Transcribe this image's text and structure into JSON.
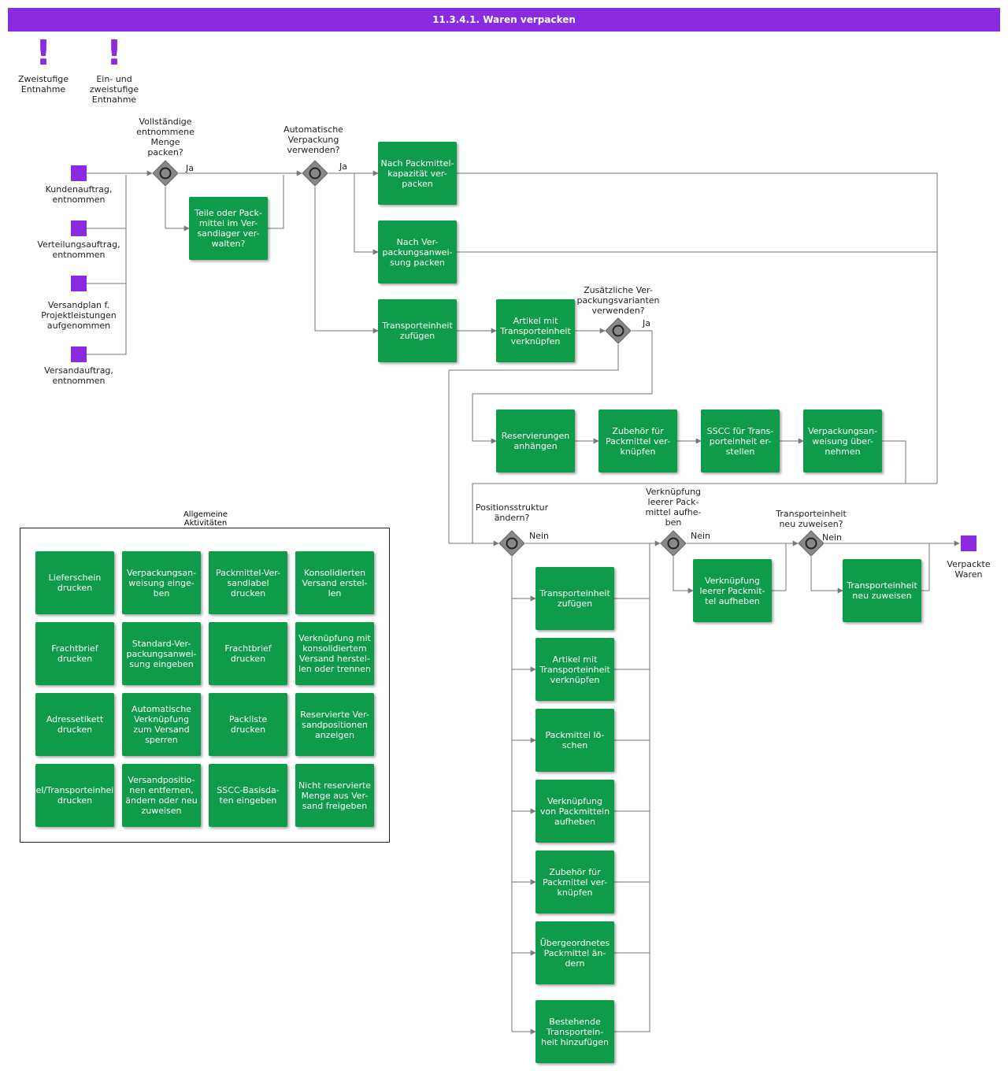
{
  "header": {
    "title": "11.3.4.1. Waren verpacken"
  },
  "colors": {
    "header": "#8a2be2",
    "task": "#0e9b4a",
    "event": "#8a2be2",
    "gateway": "#888888",
    "line": "#777777"
  },
  "notes": [
    {
      "label": "Zweistufige\nEntnahme"
    },
    {
      "label": "Ein- und\nzweistufige\nEntnahme"
    }
  ],
  "start_events": [
    {
      "label": "Kundenauftrag,\nentnommen"
    },
    {
      "label": "Verteilungsauftrag,\nentnommen"
    },
    {
      "label": "Versandplan f.\nProjektleistungen\naufgenommen"
    },
    {
      "label": "Versandauftrag,\nentnommen"
    }
  ],
  "end_event": {
    "label": "Verpackte\nWaren"
  },
  "gateways": [
    {
      "question": "Vollständige\nentnommene\nMenge\npacken?",
      "flow_label": "Ja"
    },
    {
      "question": "Automatische\nVerpackung\nverwenden?",
      "flow_label": "Ja"
    },
    {
      "question": "Zusätzliche Ver-\npackungsvarianten\nverwenden?",
      "flow_label": "Ja"
    },
    {
      "question": "Positionsstruktur\nändern?",
      "flow_label": "Nein"
    },
    {
      "question": "Verknüpfung\nleerer Pack-\nmittel aufhe-\nben",
      "flow_label": "Nein"
    },
    {
      "question": "Transporteinheit\nneu zuweisen?",
      "flow_label": "Nein"
    }
  ],
  "tasks": {
    "teile": "Teile oder Pack-\nmittel im Ver-\nsandlager ver-\nwalten?",
    "nach_kapazitaet": "Nach Packmittel-\nkapazität ver-\npacken",
    "nach_anweisung": "Nach Ver-\npackungsanwei-\nsung packen",
    "te_zufuegen": "Transporteinheit\nzufügen",
    "artikel_te": "Artikel mit\nTransporteinheit\nverknüpfen",
    "reservierungen": "Reservierungen\nanhängen",
    "zubehoer": "Zubehör für\nPackmittel ver-\nknüpfen",
    "sscc": "SSCC für Trans-\nporteinheit er-\nstellen",
    "anweisung_uebernehmen": "Verpackungsan-\nweisung über-\nnehmen",
    "leer_aufheben": "Verknüpfung\nleerer Packmit-\ntel aufheben",
    "te_neu_zuweisen": "Transporteinheit\nneu zuweisen"
  },
  "structure_tasks": [
    "Transporteinheit\nzufügen",
    "Artikel mit\nTransporteinheit\nverknüpfen",
    "Packmittel lö-\nschen",
    "Verknüpfung\nvon Packmitteln\naufheben",
    "Zubehör für\nPackmittel ver-\nknüpfen",
    "Übergeordnetes\nPackmittel än-\ndern",
    "Bestehende\nTransportein-\nheit hinzufügen"
  ],
  "general": {
    "title": "Allgemeine\nAktivitäten",
    "tasks": [
      "Lieferschein\ndrucken",
      "Verpackungsan-\nweisung einge-\nben",
      "Packmittel-Ver-\nsandlabel\ndrucken",
      "Konsolidierten\nVersand erstel-\nlen",
      "Frachtbrief\ndrucken",
      "Standard-Ver-\npackungsanwei-\nsung eingeben",
      "Frachtbrief\ndrucken",
      "Verknüpfung mit\nkonsolidiertem\nVersand herstel-\nlen oder trennen",
      "Adressetikett\ndrucken",
      "Automatische\nVerknüpfung\nzum Versand\nsperren",
      "Packliste\ndrucken",
      "Reservierte Ver-\nsandpositionen\nanzeigen",
      "el/Transporteinhei\ndrucken",
      "Versandpositio-\nnen entfernen,\nändern oder neu\nzuweisen",
      "SSCC-Basisda-\nten eingeben",
      "Nicht reservierte\nMenge aus Ver-\nsand freigeben"
    ]
  }
}
